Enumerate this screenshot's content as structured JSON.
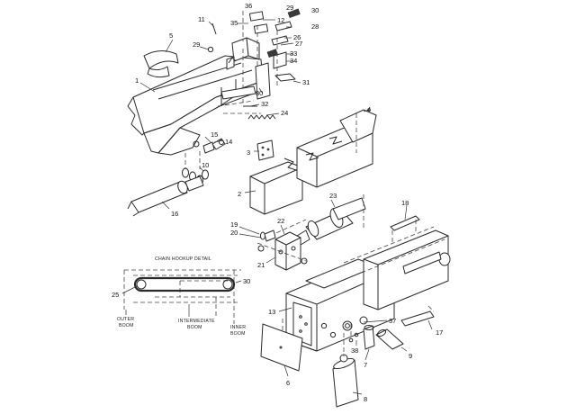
{
  "detail": {
    "title": "CHAIN HOOKUP DETAIL",
    "outer_boom": [
      "OUTER",
      "BOOM"
    ],
    "intermediate_boom": [
      "INTERMEDIATE",
      "BOOM"
    ],
    "inner_boom": [
      "INNER",
      "BOOM"
    ],
    "callout_25": "25",
    "callout_30": "30"
  },
  "callouts": {
    "c1": "1",
    "c2": "2",
    "c3": "3",
    "c4": "4",
    "c5": "5",
    "c6": "6",
    "c7": "7",
    "c8": "8",
    "c9": "9",
    "c10": "10",
    "c11": "11",
    "c12": "12",
    "c13": "13",
    "c14": "14",
    "c15": "15",
    "c16": "16",
    "c17": "17",
    "c18": "18",
    "c19": "19",
    "c20": "20",
    "c21": "21",
    "c22": "22",
    "c23": "23",
    "c24": "24",
    "c26": "26",
    "c27": "27",
    "c28": "28",
    "c29a": "29",
    "c29b": "29",
    "c30a": "30",
    "c30b": "30",
    "c31": "31",
    "c32": "32",
    "c33": "33",
    "c34": "34",
    "c35": "35",
    "c36": "36",
    "c37": "37",
    "c38": "38"
  }
}
